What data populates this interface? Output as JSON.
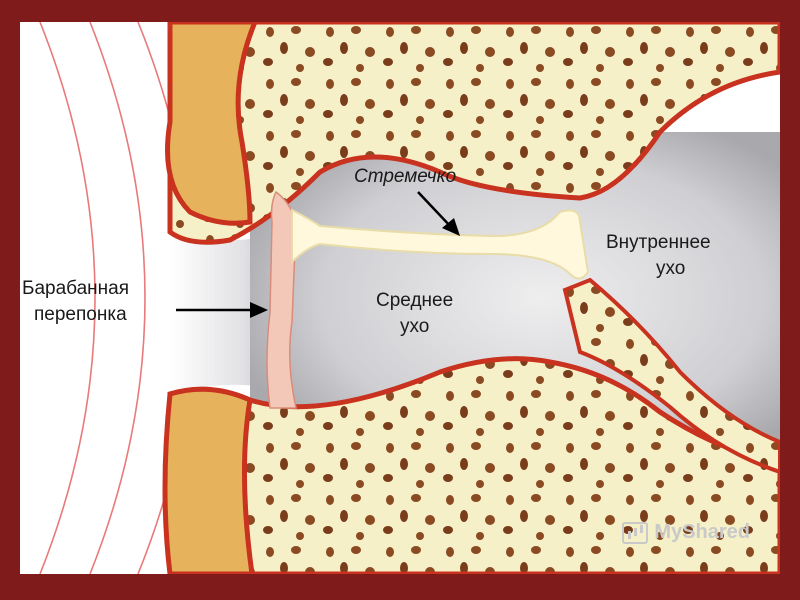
{
  "labels": {
    "stapes": "Стремечко",
    "inner_ear_line1": "Внутреннее",
    "inner_ear_line2": "ухо",
    "middle_ear_line1": "Среднее",
    "middle_ear_line2": "ухо",
    "eardrum_line1": "Барабанная",
    "eardrum_line2": "перепонка"
  },
  "watermark": "MyShared",
  "colors": {
    "frame": "#7f1b1b",
    "bone": "#f6f0c8",
    "bone_outline": "#c8321f",
    "pores": "#8a4a22",
    "canal_fill": "#e6b25b",
    "cavity": "#c9c9cc",
    "eardrum": "#f3c8b8",
    "sound_waves": "#e87a7a"
  },
  "icons": [
    "chart-logo-icon"
  ]
}
